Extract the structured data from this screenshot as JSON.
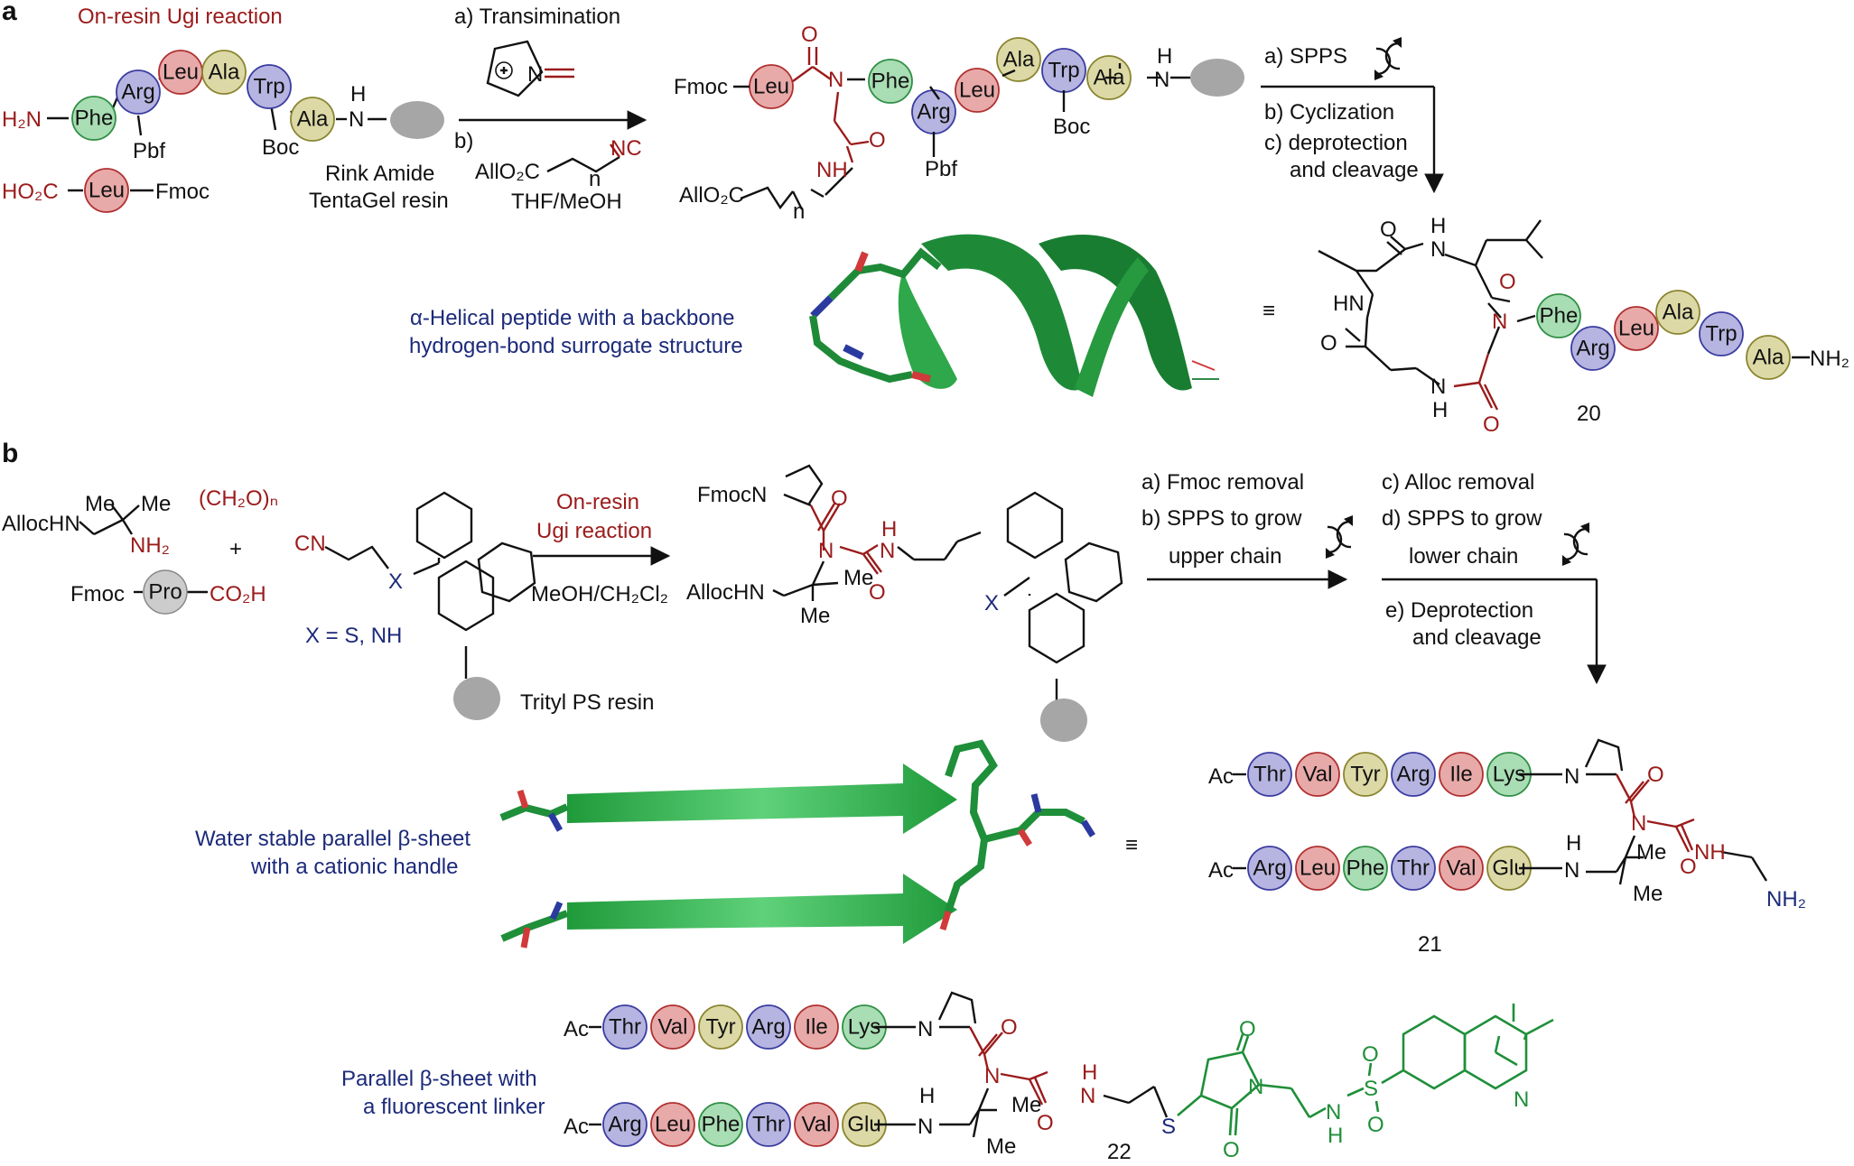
{
  "panels": {
    "a": "a",
    "b": "b"
  },
  "colors": {
    "Leu": "#e8a9a9",
    "Ala": "#dcd9a6",
    "Arg": "#b6b4e0",
    "Phe": "#a9ddb4",
    "Trp": "#b6b4e0",
    "Thr": "#b6b4e0",
    "Val": "#e8a9a9",
    "Tyr": "#dcd9a6",
    "Ile": "#e8a9a9",
    "Lys": "#a9ddb4",
    "Glu": "#dcd9a6",
    "Pro": "#cccccc",
    "red_text": "#9b1b1b",
    "navy_text": "#1c2a7a",
    "green_struct": "#1f8f3a",
    "resin": "#a6a6a6"
  },
  "panel_a": {
    "title": "On-resin Ugi reaction",
    "h2n": "H₂N",
    "nh": "N",
    "h": "H",
    "pbf": "Pbf",
    "boc": "Boc",
    "ho2c": "HO₂C",
    "fmoc": "Fmoc",
    "resin_label_1": "Rink Amide",
    "resin_label_2": "TentaGel resin",
    "step_a": "a) Transimination",
    "step_b": "b)",
    "b_reagent": "AllO₂C",
    "b_nc": "NC",
    "b_n": "n",
    "solvent": "THF/MeOH",
    "prod_fmoc": "Fmoc",
    "prod_o": "O",
    "prod_n": "N",
    "prod_nh": "NH",
    "prod_allo": "AllO₂C",
    "prod_n_sub": "n",
    "prod_pbf": "Pbf",
    "prod_boc": "Boc",
    "spps": "a) SPPS",
    "cyclization": "b) Cyclization",
    "deprot_1": "c) deprotection",
    "deprot_2": "and cleavage",
    "helix_caption_1": "α-Helical peptide with a backbone",
    "helix_caption_2": "hydrogen-bond surrogate structure",
    "equiv": "≡",
    "cmpd": "20",
    "ring": {
      "o1": "O",
      "h1": "H",
      "n1": "N",
      "hn": "HN",
      "o2": "O",
      "o3": "O",
      "n2": "N",
      "h2": "H",
      "o4": "O",
      "n3": "N",
      "nh2": "NH₂"
    }
  },
  "panel_b": {
    "allochn": "AllocHN",
    "me1": "Me",
    "me2": "Me",
    "nh2": "NH₂",
    "ch2o": "(CH₂O)ₙ",
    "plus": "+",
    "fmoc": "Fmoc",
    "pro": "Pro",
    "co2h": "CO₂H",
    "cn": "CN",
    "x": "X",
    "x_def": "X = S, NH",
    "resin_label": "Trityl PS resin",
    "ugi_1": "On-resin",
    "ugi_2": "Ugi reaction",
    "solvent": "MeOH/CH₂Cl₂",
    "prod_fmocn": "FmocN",
    "prod_o": "O",
    "prod_n": "N",
    "prod_h": "H",
    "prod_allochn": "AllocHN",
    "prod_me1": "Me",
    "prod_me2": "Me",
    "prod_o2": "O",
    "prod_n2": "N",
    "prod_x": "X",
    "step_a": "a) Fmoc removal",
    "step_b1": "b) SPPS to grow",
    "step_b2": "upper chain",
    "step_c": "c) Alloc removal",
    "step_d1": "d) SPPS to grow",
    "step_d2": "lower chain",
    "step_e1": "e) Deprotection",
    "step_e2": "and cleavage",
    "sheet_caption_1": "Water stable parallel β-sheet",
    "sheet_caption_2": "with a cationic handle",
    "equiv": "≡",
    "ac": "Ac",
    "upper_chain": [
      "Thr",
      "Val",
      "Tyr",
      "Arg",
      "Ile",
      "Lys"
    ],
    "lower_chain": [
      "Arg",
      "Leu",
      "Phe",
      "Thr",
      "Val",
      "Glu"
    ],
    "c21": {
      "n1": "N",
      "o1": "O",
      "n2": "N",
      "h": "H",
      "n3": "N",
      "me1": "Me",
      "me2": "Me",
      "o2": "O",
      "nh": "NH",
      "nh2": "NH₂"
    },
    "cmpd21": "21",
    "fluor_caption_1": "Parallel β-sheet with",
    "fluor_caption_2": "a fluorescent linker",
    "c22": {
      "n1": "N",
      "o1": "O",
      "n2": "N",
      "h": "H",
      "n3": "N",
      "me1": "Me",
      "me2": "Me",
      "o2": "O",
      "nh": "N",
      "nh_h": "H",
      "s": "S",
      "o3": "O",
      "o4": "O",
      "n4": "N",
      "nh2": "N",
      "nh2_h": "H",
      "so2_s": "S",
      "so2_o1": "O",
      "so2_o2": "O",
      "nme2": "N"
    },
    "cmpd22": "22"
  }
}
